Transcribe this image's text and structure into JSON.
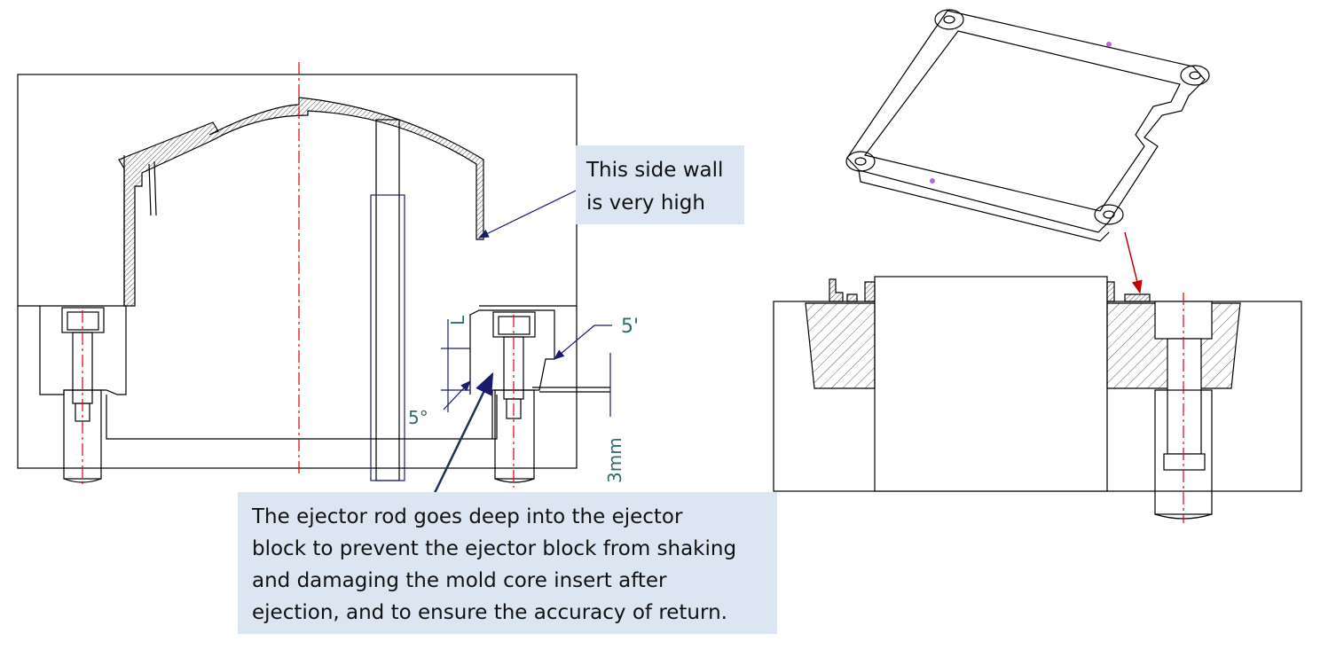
{
  "callouts": {
    "side_wall": [
      "This side wall",
      "is very high"
    ],
    "ejector_rod": [
      "The ejector rod goes deep into the ejector",
      "block to prevent the ejector block from shaking",
      "and damaging the mold core insert after",
      "ejection, and to ensure the accuracy of return."
    ]
  },
  "dimensions": {
    "length": "L",
    "angle_left": "5°",
    "angle_right": "5'",
    "gap": "3mm"
  },
  "colors": {
    "outline": "#000000",
    "centerline": "#e00000",
    "leader": "#1a1a6e",
    "dimension": "#2e6b6b",
    "callout_bg": "#dce6f2"
  }
}
